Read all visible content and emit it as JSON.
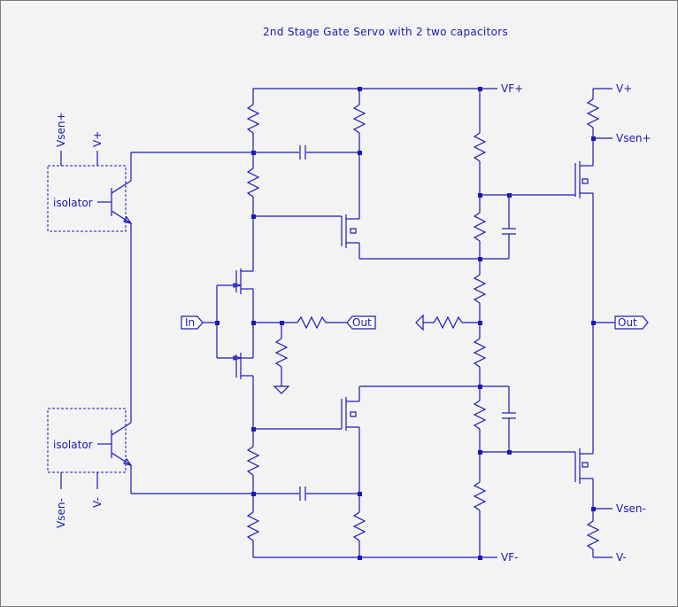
{
  "title": "2nd Stage Gate Servo with 2 two capacitors",
  "isolators": [
    {
      "label": "isolator",
      "sense_label": "Vsen+",
      "supply_label": "V+"
    },
    {
      "label": "isolator",
      "sense_label": "Vsen-",
      "supply_label": "V-"
    }
  ],
  "rails": {
    "vf_pos": "VF+",
    "vf_neg": "VF-",
    "v_pos": "V+",
    "v_neg": "V-",
    "vsen_pos": "Vsen+",
    "vsen_neg": "Vsen-"
  },
  "ports": {
    "input": "In",
    "inner_output": "Out",
    "main_output": "Out"
  },
  "colors": {
    "wire": "#1a1ab4",
    "background": "#f3f3f3"
  }
}
